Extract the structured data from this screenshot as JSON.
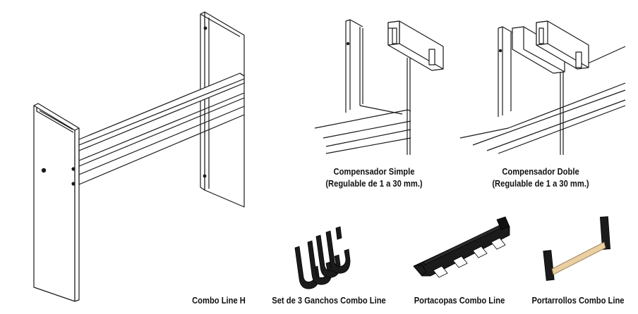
{
  "captions": {
    "compensador_simple": {
      "title": "Compensador Simple",
      "subtitle": "(Regulable de 1 a 30 mm.)"
    },
    "compensador_doble": {
      "title": "Compensador Doble",
      "subtitle": "(Regulable de 1 a 30 mm.)"
    },
    "combo_line_h": "Combo Line H",
    "ganchos": "Set de 3 Ganchos Combo Line",
    "portacopas": "Portacopas Combo Line",
    "portarrollos": "Portarrollos Combo Line"
  },
  "colors": {
    "line": "#1a1a1a",
    "product_black": "#1b1b1b",
    "wood_roller": "#e9cfa2"
  },
  "icons": [
    "combo-line-h-frame-illustration",
    "compensador-simple-illustration",
    "compensador-doble-illustration",
    "ganchos-illustration",
    "portacopas-illustration",
    "portarrollos-illustration"
  ]
}
